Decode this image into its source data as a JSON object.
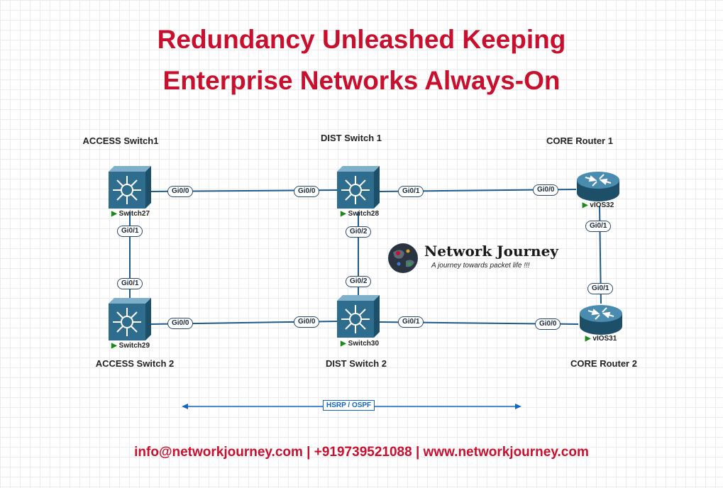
{
  "title": {
    "line1": "Redundancy Unleashed Keeping",
    "line2": "Enterprise Networks Always-On"
  },
  "colors": {
    "title": "#c8102e",
    "link": "#1e5a8a",
    "device_fill": "#2e6d8e",
    "hsrp": "#1565c0"
  },
  "groups": {
    "access1": "ACCESS Switch1",
    "dist1": "DIST Switch 1",
    "core1": "CORE Router 1",
    "access2": "ACCESS Switch 2",
    "dist2": "DIST Switch 2",
    "core2": "CORE Router 2"
  },
  "devices": {
    "switch27": "Switch27",
    "switch28": "Switch28",
    "switch29": "Switch29",
    "switch30": "Switch30",
    "vios32": "vIOS32",
    "vios31": "vIOS31"
  },
  "ports": {
    "s27_gi00": "Gi0/0",
    "s28_gi00": "Gi0/0",
    "s28_gi01": "Gi0/1",
    "v32_gi00": "Gi0/0",
    "s27_gi01": "Gi0/1",
    "s28_gi02": "Gi0/2",
    "v32_gi01": "Gi0/1",
    "s29_gi01": "Gi0/1",
    "s30_gi02": "Gi0/2",
    "v31_gi01": "Gi0/1",
    "s29_gi00": "Gi0/0",
    "s30_gi00": "Gi0/0",
    "s30_gi01": "Gi0/1",
    "v31_gi00": "Gi0/0"
  },
  "logo": {
    "name": "Network Journey",
    "tagline": "A journey towards packet life !!!"
  },
  "hsrp_label": "HSRP / OSPF",
  "footer": "info@networkjourney.com | +919739521088 | www.networkjourney.com"
}
